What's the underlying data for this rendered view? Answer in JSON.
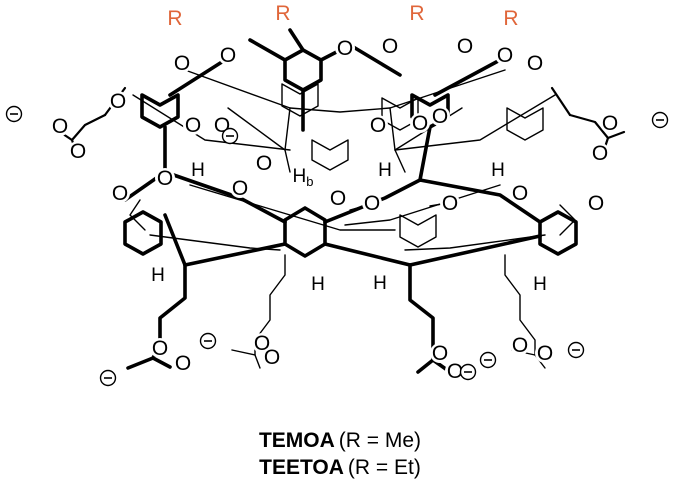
{
  "colors": {
    "bond": "#000000",
    "r_group": "#e0663a",
    "background": "#ffffff"
  },
  "labels": {
    "oxygen": "O",
    "hydrogen": "H",
    "h_b": "H",
    "h_b_sub": "b",
    "r_group": "R",
    "negative_charge": "⊖"
  },
  "caption": {
    "line1": {
      "name": "TEMOA",
      "open": "(",
      "r_def": "R = Me",
      "close": ")"
    },
    "line2": {
      "name": "TEETOA",
      "open": "(",
      "r_def": "R = Et",
      "close": ")"
    }
  }
}
